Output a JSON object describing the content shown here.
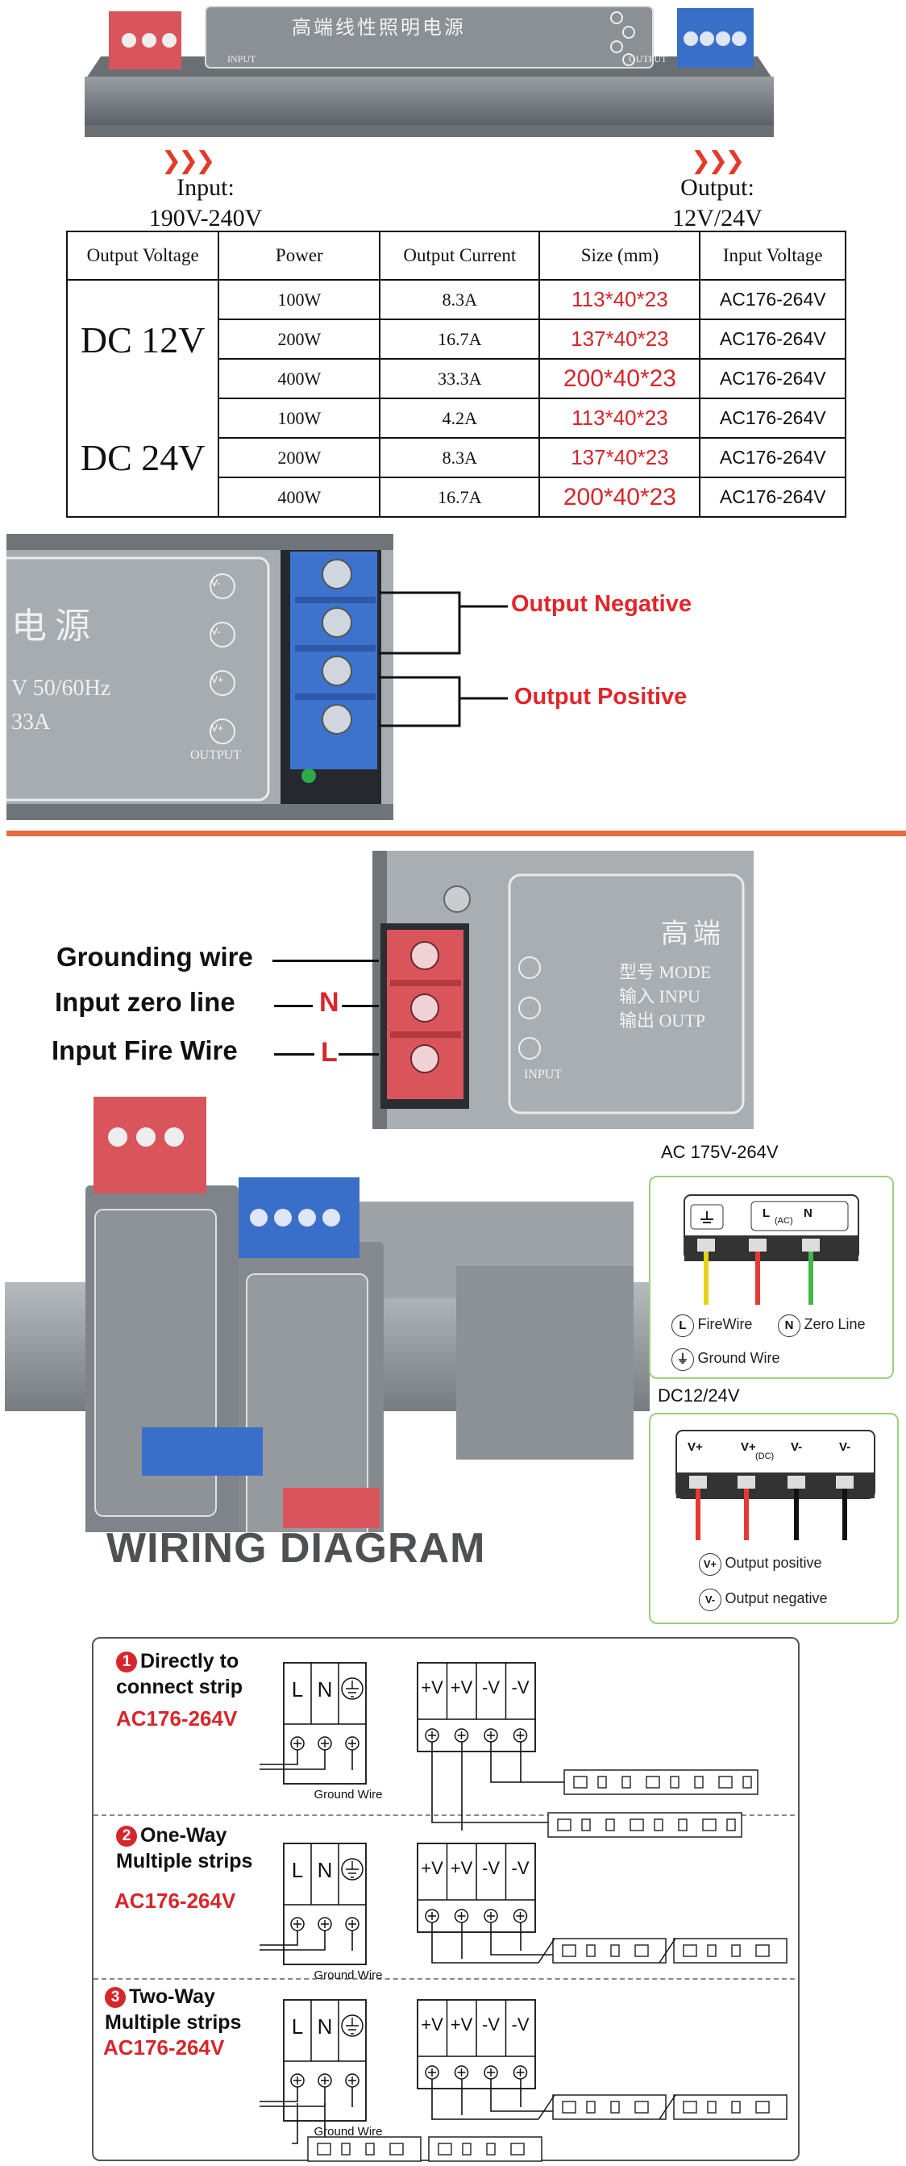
{
  "top_product": {
    "title_chinese": "高端线性照明电源",
    "input_tag": "INPUT",
    "output_tag": "OUTPUT",
    "input_caption": "Input:",
    "input_range": "190V-240V",
    "output_caption": "Output:",
    "output_range": "12V/24V"
  },
  "spec_table": {
    "headers": [
      "Output Voltage",
      "Power",
      "Output Current",
      "Size (mm)",
      "Input Voltage"
    ],
    "groups": [
      {
        "voltage": "DC 12V",
        "rows": [
          {
            "power": "100W",
            "current": "8.3A",
            "size": "113*40*23",
            "input": "AC176-264V"
          },
          {
            "power": "200W",
            "current": "16.7A",
            "size": "137*40*23",
            "input": "AC176-264V"
          },
          {
            "power": "400W",
            "current": "33.3A",
            "size": "200*40*23",
            "input": "AC176-264V"
          }
        ]
      },
      {
        "voltage": "DC 24V",
        "rows": [
          {
            "power": "100W",
            "current": "4.2A",
            "size": "113*40*23",
            "input": "AC176-264V"
          },
          {
            "power": "200W",
            "current": "8.3A",
            "size": "137*40*23",
            "input": "AC176-264V"
          },
          {
            "power": "400W",
            "current": "16.7A",
            "size": "200*40*23",
            "input": "AC176-264V"
          }
        ]
      }
    ]
  },
  "output_terminal": {
    "label_negative": "Output Negative",
    "label_positive": "Output Positive",
    "text_chinese": "电源",
    "text_freq": "V 50/60Hz",
    "text_amp": "33A",
    "tag": "OUTPUT",
    "terminal_marks": [
      "V-",
      "V-",
      "V+",
      "V+"
    ]
  },
  "input_terminal": {
    "label_ground": "Grounding wire",
    "label_zero": "Input zero line",
    "label_fire": "Input Fire Wire",
    "letter_zero": "N",
    "letter_fire": "L",
    "text_chinese_title": "高端",
    "text_model": "型号 MODE",
    "text_input": "输入 INPU",
    "text_output": "输出 OUTP",
    "tag": "INPUT"
  },
  "ac_diagram": {
    "title": "AC 175V-264V",
    "terminal_ac": "(AC)",
    "terminal_l": "L",
    "terminal_n": "N",
    "legend_fire": "FireWire",
    "legend_zero": "Zero Line",
    "legend_ground": "Ground Wire",
    "icon_l": "L",
    "icon_n": "N"
  },
  "dc_diagram": {
    "title": "DC12/24V",
    "terminals": [
      "V+",
      "V+",
      "V-",
      "V-"
    ],
    "terminal_dc": "(DC)",
    "legend_pos": "Output positive",
    "legend_neg": "Output negative",
    "icon_pos": "V+",
    "icon_neg": "V-"
  },
  "wiring_title": "WIRING DIAGRAM",
  "sections": [
    {
      "num": "1",
      "title_line1": "Directly to",
      "title_line2": "connect strip",
      "voltage": "AC176-264V"
    },
    {
      "num": "2",
      "title_line1": "One-Way",
      "title_line2": "Multiple strips",
      "voltage": "AC176-264V"
    },
    {
      "num": "3",
      "title_line1": "Two-Way",
      "title_line2": "Multiple strips",
      "voltage": "AC176-264V"
    }
  ],
  "wiring_labels": {
    "ac_terms": [
      "L",
      "N"
    ],
    "dc_terms": [
      "+V",
      "+V",
      "-V",
      "-V"
    ],
    "ground_wire": "Ground Wire"
  },
  "colors": {
    "accent_red": "#d6262b",
    "divider_orange": "#ea6b3d",
    "terminal_blue": "#3a6fc9",
    "terminal_red": "#d9555b",
    "frame_green": "#9ccf7d"
  }
}
